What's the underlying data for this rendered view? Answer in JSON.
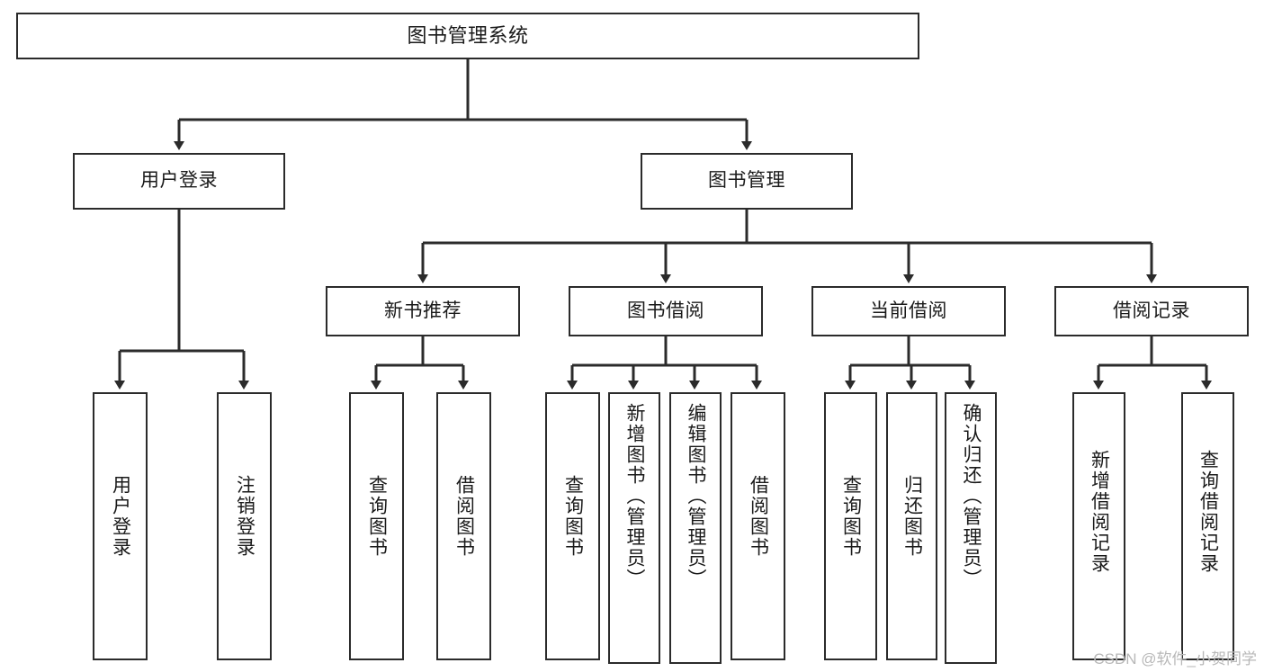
{
  "diagram": {
    "title": "图书管理系统",
    "watermark": "CSDN @软件_小贺同学",
    "line_color": "#2b2b2b",
    "box_fill": "#ffffff",
    "text_color": "#1a1a1a",
    "watermark_color": "#b8b8b8",
    "levels": {
      "root": "图书管理系统",
      "level2": [
        "用户登录",
        "图书管理"
      ],
      "level3": [
        "新书推荐",
        "图书借阅",
        "当前借阅",
        "借阅记录"
      ]
    },
    "nodes": {
      "root": {
        "label": "图书管理系统"
      },
      "user_login": {
        "label": "用户登录"
      },
      "book_manage": {
        "label": "图书管理"
      },
      "new_book_rec": {
        "label": "新书推荐"
      },
      "book_borrow": {
        "label": "图书借阅"
      },
      "current_borrow": {
        "label": "当前借阅"
      },
      "borrow_record": {
        "label": "借阅记录"
      },
      "leaf_user_login": {
        "label": "用户登录"
      },
      "leaf_logout": {
        "label": "注销登录"
      },
      "leaf_query_book_1": {
        "label": "查询图书"
      },
      "leaf_borrow_book_1": {
        "label": "借阅图书"
      },
      "leaf_query_book_2": {
        "label": "查询图书"
      },
      "leaf_add_book_admin": {
        "label": "新增图书（管理员）"
      },
      "leaf_edit_book_admin": {
        "label": "编辑图书（管理员）"
      },
      "leaf_borrow_book_2": {
        "label": "借阅图书"
      },
      "leaf_query_book_3": {
        "label": "查询图书"
      },
      "leaf_return_book": {
        "label": "归还图书"
      },
      "leaf_confirm_return_admin": {
        "label": "确认归还（管理员）"
      },
      "leaf_add_record": {
        "label": "新增借阅记录"
      },
      "leaf_query_record": {
        "label": "查询借阅记录"
      }
    }
  }
}
